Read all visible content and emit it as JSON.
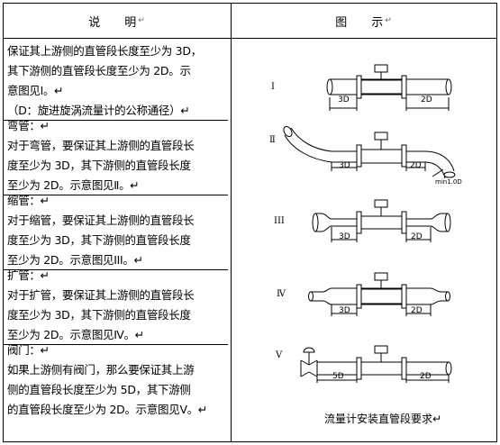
{
  "header": {
    "left_a": "说",
    "left_b": "明",
    "right_a": "图",
    "right_b": "示",
    "mark": "↵"
  },
  "rows": [
    {
      "lines": [
        "保证其上游侧的直管段长度至少为 3D，",
        "其下游侧的直管段长度至少为  2D。示",
        "意图见Ⅰ。↵",
        "（D：旋进旋涡流量计的公称通径）↵"
      ],
      "roman": "Ⅰ",
      "dims": [
        "3D",
        "2D"
      ]
    },
    {
      "lines": [
        "弯管：↵",
        "对于弯管，要保证其上游侧的直管段长",
        "度至少为  3D，其下游侧的直管段长度",
        "至少为  2D。示意图见Ⅱ。↵"
      ],
      "roman": "Ⅱ",
      "dims": [
        "3D",
        "2D"
      ],
      "bend_label": "min1.0D"
    },
    {
      "lines": [
        "缩管：↵",
        "对于缩管，要保证其上游侧的直管段长",
        "度至少为  3D，其下游侧的直管段长度",
        "至少为  2D。示意图见III。↵"
      ],
      "roman": "III",
      "dims": [
        "3D",
        "2D"
      ]
    },
    {
      "lines": [
        "扩管：↵",
        "对于扩管，要保证其上游侧的直管段长",
        "度至少为  3D，其下游侧的直管段长度",
        "至少为  2D。示意图见Ⅳ。↵"
      ],
      "roman": "Ⅳ",
      "dims": [
        "3D",
        "2D"
      ]
    },
    {
      "lines": [
        "阀门：↵",
        "如果上游侧有阀门，那么要保证其上游",
        "侧的直管段长度至少为  5D，其下游侧",
        "的直管段长度至少为 2D。示意图见Ⅴ。↵"
      ],
      "roman": "Ⅴ",
      "dims": [
        "5D",
        "2D"
      ]
    }
  ],
  "caption": "流量计安装直管段要求↵"
}
